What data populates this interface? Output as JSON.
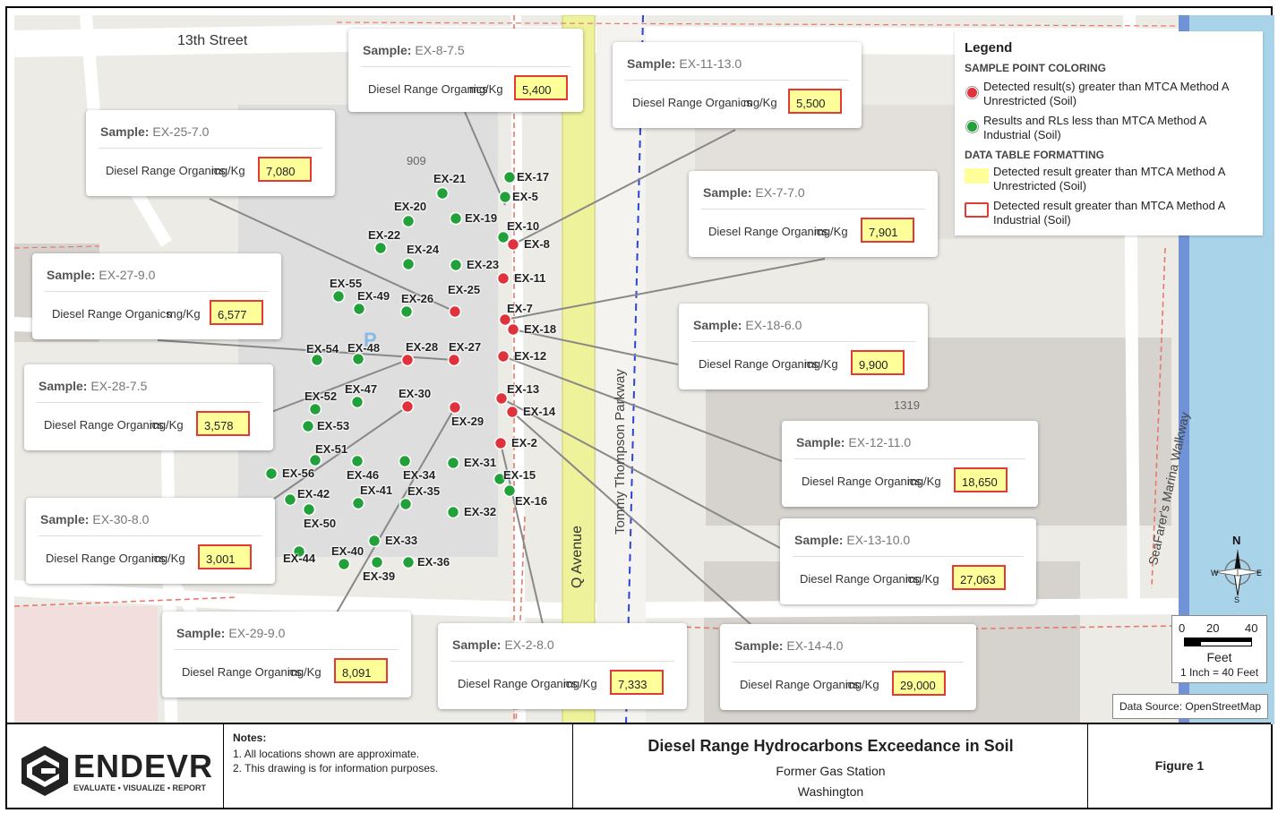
{
  "colors": {
    "exceed": "#e0323d",
    "ok": "#22a03a",
    "highlight": "#ffff99",
    "red_border": "#e53935",
    "road": "#ffffff",
    "avenue_yellow": "#eef29a",
    "water": "#a8d3e8"
  },
  "map": {
    "roads": {
      "thirteenth": "13th Street",
      "q_avenue": "Q Avenue",
      "parkway": "Tommy Thompson Parkway",
      "marina": "SeaFarer's Marina Walkway"
    },
    "numbers": {
      "n909": "909",
      "n1319": "1319"
    },
    "samples": [
      {
        "id": "EX-17",
        "status": "ok"
      },
      {
        "id": "EX-5",
        "status": "ok"
      },
      {
        "id": "EX-21",
        "status": "ok"
      },
      {
        "id": "EX-20",
        "status": "ok"
      },
      {
        "id": "EX-19",
        "status": "ok"
      },
      {
        "id": "EX-10",
        "status": "ok"
      },
      {
        "id": "EX-8",
        "status": "exceed"
      },
      {
        "id": "EX-22",
        "status": "ok"
      },
      {
        "id": "EX-24",
        "status": "ok"
      },
      {
        "id": "EX-23",
        "status": "ok"
      },
      {
        "id": "EX-11",
        "status": "exceed"
      },
      {
        "id": "EX-55",
        "status": "ok"
      },
      {
        "id": "EX-49",
        "status": "ok"
      },
      {
        "id": "EX-26",
        "status": "ok"
      },
      {
        "id": "EX-25",
        "status": "exceed"
      },
      {
        "id": "EX-7",
        "status": "exceed"
      },
      {
        "id": "EX-18",
        "status": "exceed"
      },
      {
        "id": "EX-54",
        "status": "ok"
      },
      {
        "id": "EX-48",
        "status": "ok"
      },
      {
        "id": "EX-28",
        "status": "exceed"
      },
      {
        "id": "EX-27",
        "status": "exceed"
      },
      {
        "id": "EX-12",
        "status": "exceed"
      },
      {
        "id": "EX-52",
        "status": "ok"
      },
      {
        "id": "EX-47",
        "status": "ok"
      },
      {
        "id": "EX-30",
        "status": "exceed"
      },
      {
        "id": "EX-13",
        "status": "exceed"
      },
      {
        "id": "EX-14",
        "status": "exceed"
      },
      {
        "id": "EX-53",
        "status": "ok"
      },
      {
        "id": "EX-29",
        "status": "exceed"
      },
      {
        "id": "EX-2",
        "status": "exceed"
      },
      {
        "id": "EX-51",
        "status": "ok"
      },
      {
        "id": "EX-46",
        "status": "ok"
      },
      {
        "id": "EX-34",
        "status": "ok"
      },
      {
        "id": "EX-31",
        "status": "ok"
      },
      {
        "id": "EX-15",
        "status": "ok"
      },
      {
        "id": "EX-56",
        "status": "ok"
      },
      {
        "id": "EX-42",
        "status": "ok"
      },
      {
        "id": "EX-41",
        "status": "ok"
      },
      {
        "id": "EX-35",
        "status": "ok"
      },
      {
        "id": "EX-32",
        "status": "ok"
      },
      {
        "id": "EX-16",
        "status": "ok"
      },
      {
        "id": "EX-50",
        "status": "ok"
      },
      {
        "id": "EX-33",
        "status": "ok"
      },
      {
        "id": "EX-40",
        "status": "ok"
      },
      {
        "id": "EX-44",
        "status": "ok"
      },
      {
        "id": "EX-39",
        "status": "ok"
      },
      {
        "id": "EX-36",
        "status": "ok"
      }
    ],
    "callouts": [
      {
        "sample_label": "Sample:",
        "sample": "EX-8-7.5",
        "param": "Diesel Range Organics",
        "unit": "mg/Kg",
        "value": "5,400"
      },
      {
        "sample_label": "Sample:",
        "sample": "EX-11-13.0",
        "param": "Diesel Range Organics",
        "unit": "mg/Kg",
        "value": "5,500"
      },
      {
        "sample_label": "Sample:",
        "sample": "EX-25-7.0",
        "param": "Diesel Range Organics",
        "unit": "mg/Kg",
        "value": "7,080"
      },
      {
        "sample_label": "Sample:",
        "sample": "EX-7-7.0",
        "param": "Diesel Range Organics",
        "unit": "mg/Kg",
        "value": "7,901"
      },
      {
        "sample_label": "Sample:",
        "sample": "EX-27-9.0",
        "param": "Diesel Range Organics",
        "unit": "mg/Kg",
        "value": "6,577"
      },
      {
        "sample_label": "Sample:",
        "sample": "EX-18-6.0",
        "param": "Diesel Range Organics",
        "unit": "mg/Kg",
        "value": "9,900"
      },
      {
        "sample_label": "Sample:",
        "sample": "EX-28-7.5",
        "param": "Diesel Range Organics",
        "unit": "mg/Kg",
        "value": "3,578"
      },
      {
        "sample_label": "Sample:",
        "sample": "EX-12-11.0",
        "param": "Diesel Range Organics",
        "unit": "mg/Kg",
        "value": "18,650"
      },
      {
        "sample_label": "Sample:",
        "sample": "EX-30-8.0",
        "param": "Diesel Range Organics",
        "unit": "mg/Kg",
        "value": "3,001"
      },
      {
        "sample_label": "Sample:",
        "sample": "EX-13-10.0",
        "param": "Diesel Range Organics",
        "unit": "mg/Kg",
        "value": "27,063"
      },
      {
        "sample_label": "Sample:",
        "sample": "EX-29-9.0",
        "param": "Diesel Range Organics",
        "unit": "mg/Kg",
        "value": "8,091"
      },
      {
        "sample_label": "Sample:",
        "sample": "EX-2-8.0",
        "param": "Diesel Range Organics",
        "unit": "mg/Kg",
        "value": "7,333"
      },
      {
        "sample_label": "Sample:",
        "sample": "EX-14-4.0",
        "param": "Diesel Range Organics",
        "unit": "mg/Kg",
        "value": "29,000"
      }
    ]
  },
  "legend": {
    "title": "Legend",
    "coloring_header": "SAMPLE POINT COLORING",
    "red_dot": "Detected result(s) greater than MTCA Method A Unrestricted (Soil)",
    "green_dot": "Results and RLs less than MTCA Method A Industrial (Soil)",
    "formatting_header": "DATA TABLE FORMATTING",
    "yellow_fill": "Detected result greater than MTCA Method A Unrestricted (Soil)",
    "red_outline": "Detected result greater than MTCA Method A Industrial (Soil)"
  },
  "scale": {
    "ticks": [
      "0",
      "20",
      "40"
    ],
    "unit": "Feet",
    "ratio": "1 Inch = 40 Feet"
  },
  "compass": {
    "n": "N",
    "s": "S",
    "e": "E",
    "w": "W"
  },
  "source": "Data Source: OpenStreetMap",
  "titleblock": {
    "logo": "ENDEVR",
    "tagline": "EVALUATE • VISUALIZE • REPORT",
    "notes_header": "Notes:",
    "notes": [
      "1. All locations shown are approximate.",
      "2. This drawing is for information purposes."
    ],
    "title": "Diesel Range Hydrocarbons Exceedance in Soil",
    "subtitle": "Former Gas Station",
    "location": "Washington",
    "figure": "Figure 1"
  }
}
